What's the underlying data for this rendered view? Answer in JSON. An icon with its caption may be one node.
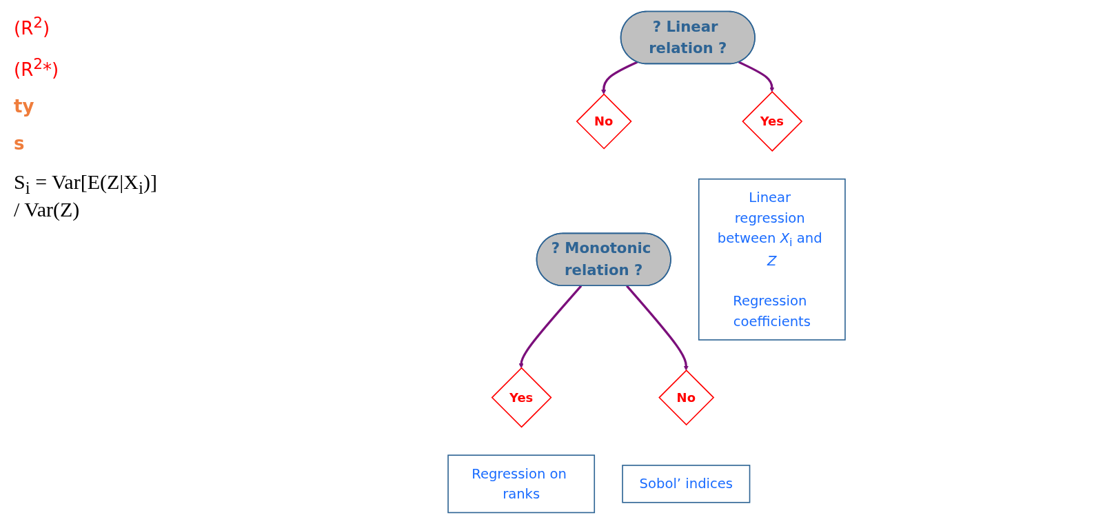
{
  "diagram": {
    "nodes": [
      {
        "text": [
          "? Linear relation ?"
        ]
      },
      {
        "text": [
          "Yes"
        ]
      },
      {
        "text": [
          "No"
        ]
      },
      {
        "text": [
          "? Monotonic relation ?"
        ]
      },
      {
        "text": [
          "Yes"
        ]
      },
      {
        "text": [
          "No"
        ]
      },
      {
        "text": [
          "Linear regression between *X*$_{i}$ and *Z*",
          "Regression coefficients"
        ]
      },
      {
        "text": [
          "Regression on ranks"
        ]
      },
      {
        "text": [
          "Sobol’ indices"
        ]
      }
    ],
    "edges": [
      {
        "from": 0,
        "to": 1,
        "arrow": "to"
      },
      {
        "from": 0,
        "to": 2,
        "arrow": "to"
      },
      {
        "from": 3,
        "to": 4,
        "arrow": "to"
      },
      {
        "from": 3,
        "to": 5,
        "arrow": "to"
      }
    ],
    "labels": [
      "(R$^{2}$)",
      "(R$^{2}$*)",
      "ty",
      "s",
      "S$_{i}$ = Var[E(Z|X$_{i}$)] / Var(Z)"
    ]
  }
}
